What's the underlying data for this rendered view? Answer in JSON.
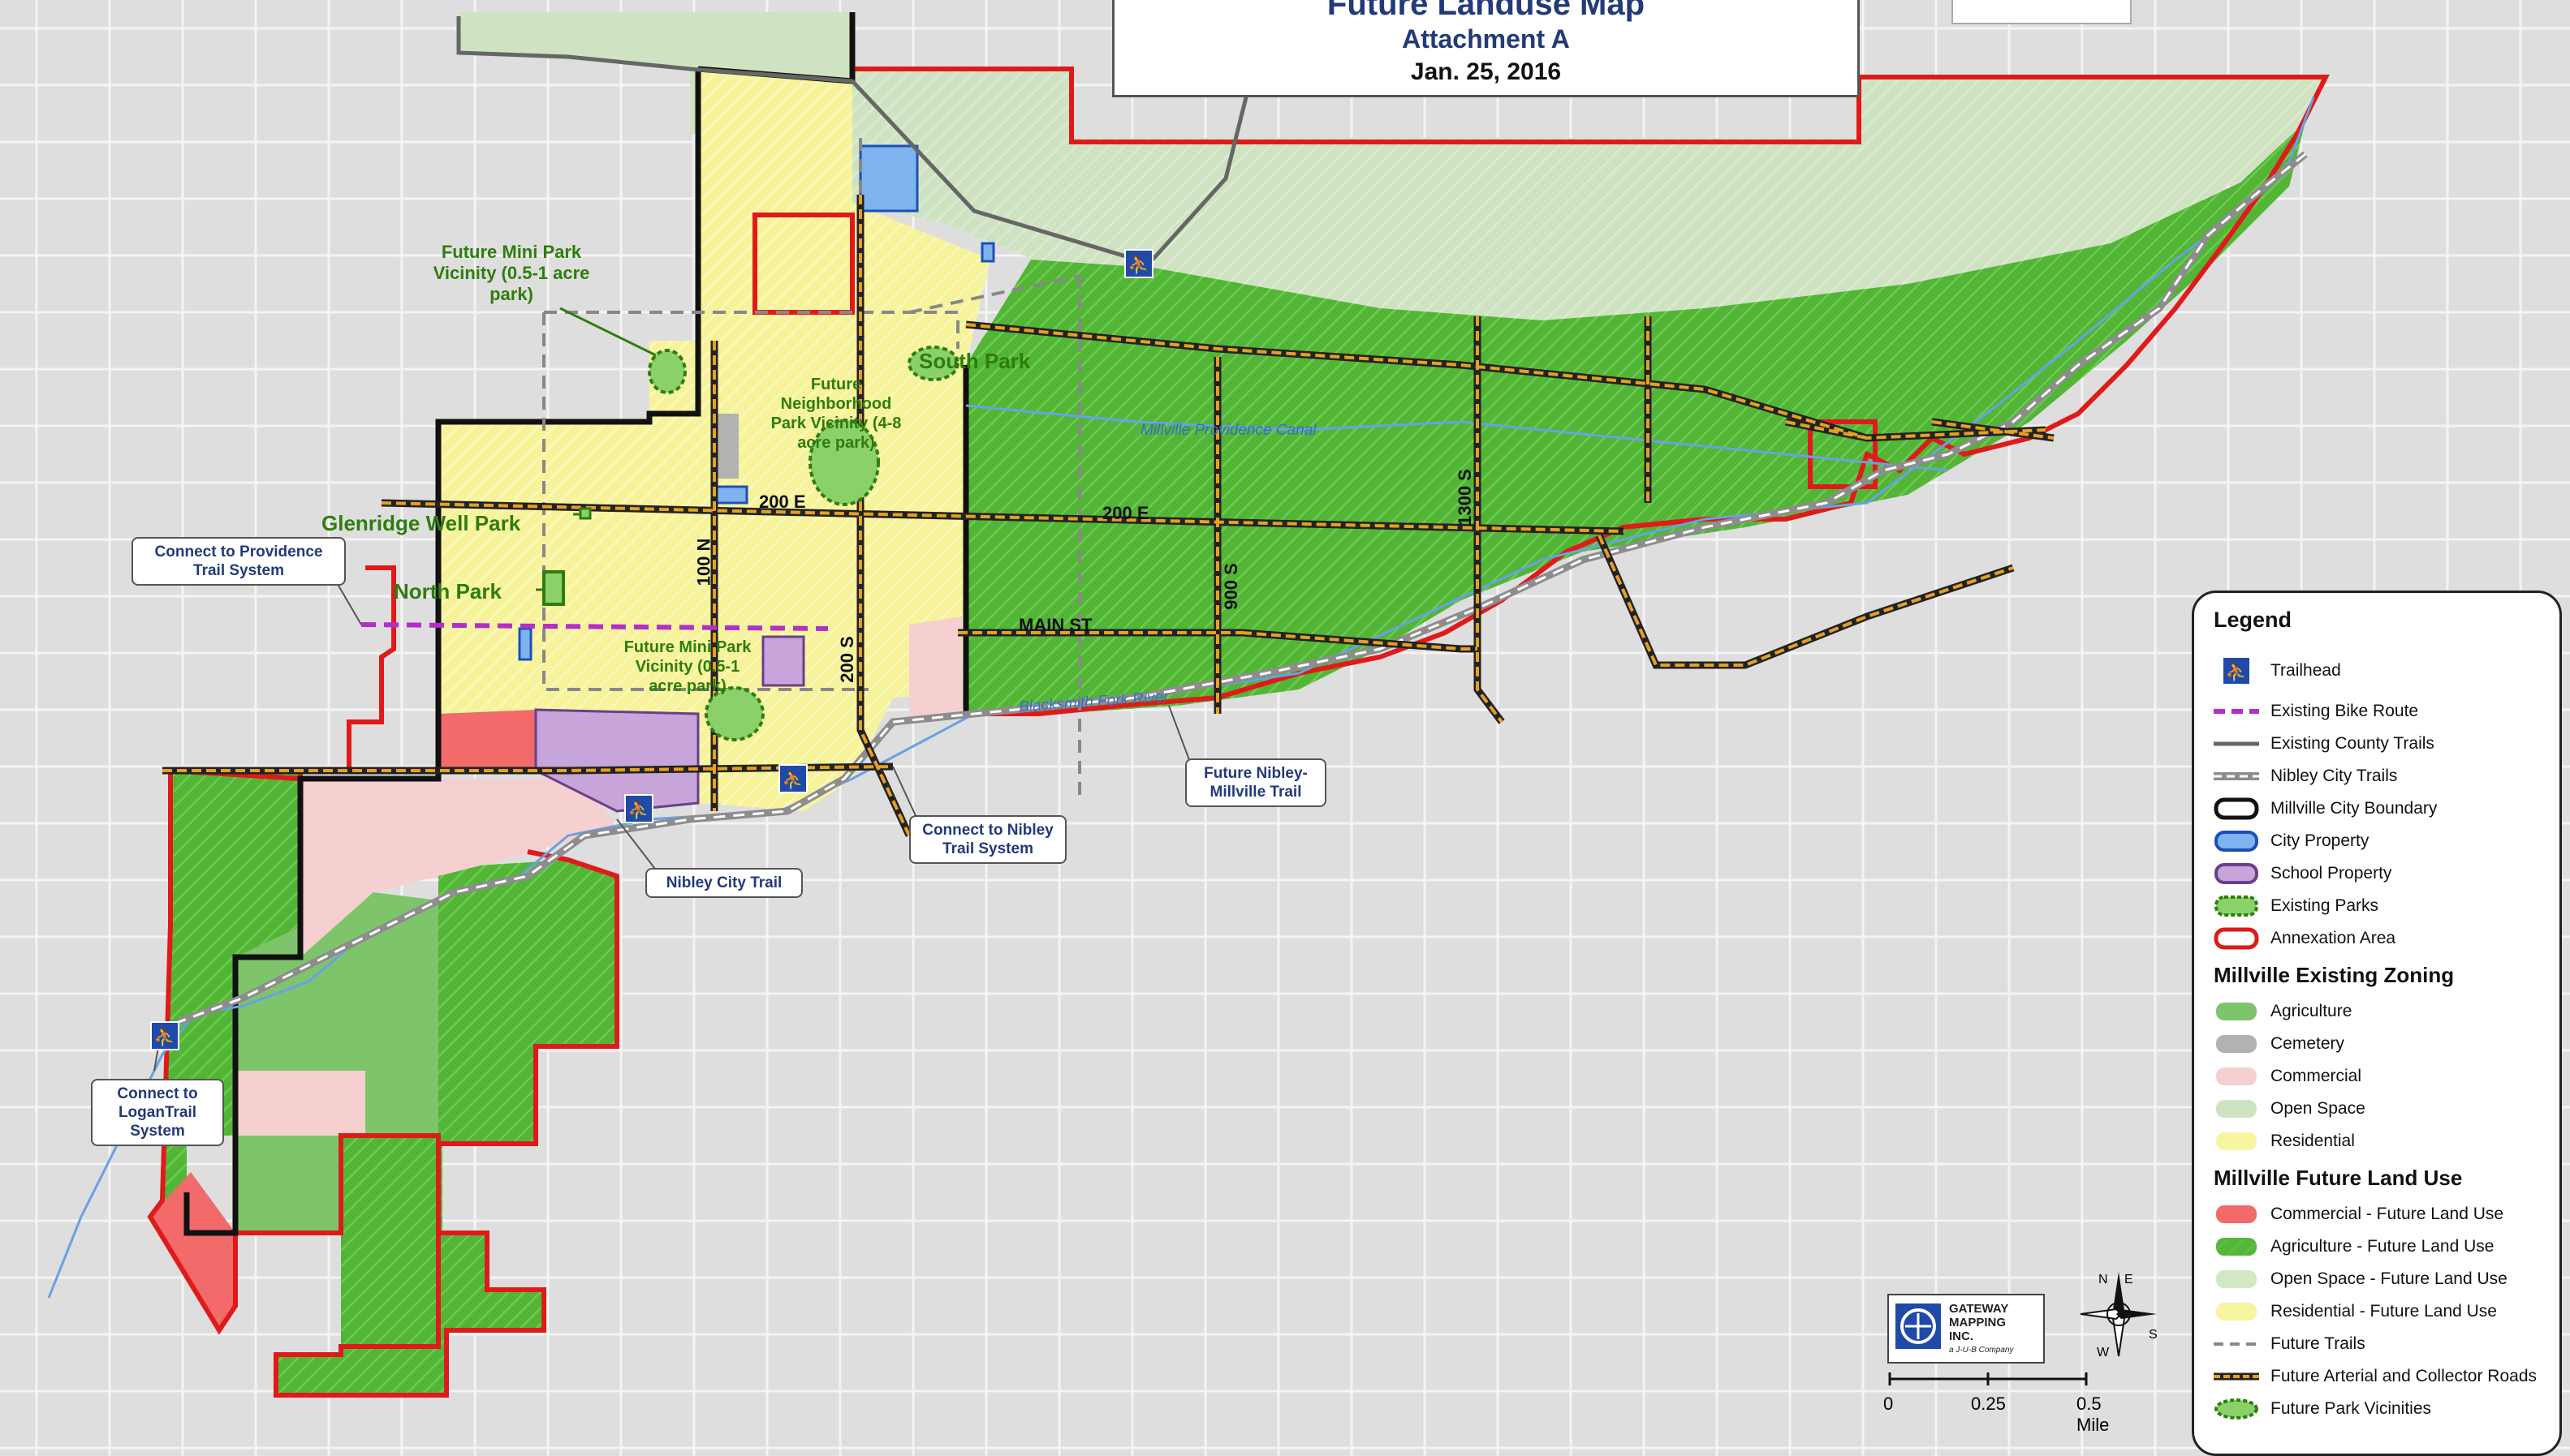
{
  "title": {
    "main": "Future Landuse Map",
    "attachment": "Attachment A",
    "date": "Jan. 25, 2016"
  },
  "map_labels": {
    "future_mini_park_1": "Future Mini Park Vicinity (0.5-1 acre park)",
    "future_neighborhood_park": "Future Neighborhood Park Vicinity (4-8 acre park)",
    "future_mini_park_2": "Future Mini Park Vicinity (0.5-1 acre park)",
    "south_park": "South Park",
    "glenridge_well_park": "Glenridge Well Park",
    "north_park": "North Park",
    "road_200e_west": "200 E",
    "road_200e_east": "200 E",
    "road_100n": "100 N",
    "road_200s": "200 S",
    "road_main_st": "MAIN ST",
    "road_900s": "900 S",
    "road_1300s": "1300 S",
    "canal": "Millville Providence Canal",
    "river": "Blacksmith Fork River"
  },
  "callouts": {
    "connect_providence": "Connect to Providence Trail System",
    "future_nibley_millville": "Future Nibley-Millville Trail",
    "connect_nibley": "Connect to Nibley Trail System",
    "nibley_city_trail": "Nibley City Trail",
    "connect_logan": "Connect to LoganTrail System"
  },
  "legend": {
    "title": "Legend",
    "items": [
      {
        "label": "Trailhead",
        "icon": "trailhead-icon"
      },
      {
        "label": "Existing Bike Route",
        "icon": "bike-route-line"
      },
      {
        "label": "Existing County Trails",
        "icon": "county-trail-line"
      },
      {
        "label": "Nibley City Trails",
        "icon": "nibley-trail-line"
      },
      {
        "label": "Millville City Boundary",
        "icon": "city-boundary-shape"
      },
      {
        "label": "City Property",
        "icon": "city-property-shape"
      },
      {
        "label": "School Property",
        "icon": "school-property-shape"
      },
      {
        "label": "Existing Parks",
        "icon": "existing-parks-shape"
      },
      {
        "label": "Annexation Area",
        "icon": "annexation-area-shape"
      }
    ],
    "section_existing": "Millville Existing Zoning",
    "existing_items": [
      {
        "label": "Agriculture",
        "color": "#7ec46a"
      },
      {
        "label": "Cemetery",
        "color": "#b2b2b2"
      },
      {
        "label": "Commercial",
        "color": "#f6cfd0"
      },
      {
        "label": "Open Space",
        "color": "#cfe3c2"
      },
      {
        "label": "Residential",
        "color": "#f7f59f"
      }
    ],
    "section_future": "Millville Future Land Use",
    "future_items": [
      {
        "label": "Commercial - Future Land Use",
        "color": "#f26a6a"
      },
      {
        "label": "Agriculture - Future Land Use",
        "color": "#56b83c"
      },
      {
        "label": "Open Space - Future Land Use",
        "color": "#d2e8c4"
      },
      {
        "label": "Residential - Future Land Use",
        "color": "#f7f59f"
      },
      {
        "label": "Future Trails",
        "icon": "future-trail-line"
      },
      {
        "label": "Future Arterial and Collector Roads",
        "icon": "arterial-road-line"
      },
      {
        "label": "Future Park Vicinities",
        "icon": "park-vicinity-shape"
      }
    ]
  },
  "gateway_logo": {
    "line1": "GATEWAY",
    "line2": "MAPPING",
    "line3": "INC.",
    "line4": "a J-U-B Company"
  },
  "compass": {
    "n": "N",
    "e": "E",
    "s": "S",
    "w": "W"
  },
  "scale_bar": {
    "labels": [
      "0",
      "0.25",
      "0.5 Mile"
    ]
  },
  "colors": {
    "agriculture_future": "#56b83c",
    "open_space": "#cfe3c2",
    "residential": "#f7f59f",
    "commercial_future": "#f26a6a",
    "commercial": "#f6cfd0",
    "school": "#c7a4d9",
    "city_property": "#7fb3f0",
    "annexation": "#e01a1a",
    "road": "#e6a020"
  }
}
